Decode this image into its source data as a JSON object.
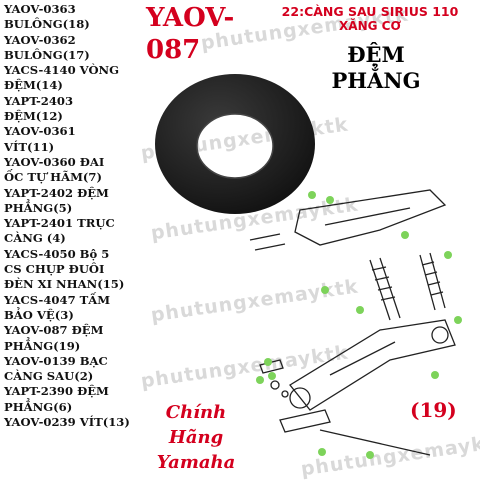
{
  "watermark_text": "phutungxemayktk",
  "parts": [
    "YAOV-0363\nBULÔNG(18)",
    "YAOV-0362\nBULÔNG(17)",
    "YACS-4140 VÒNG\nĐỆM(14)",
    "YAPT-2403\nĐỆM(12)",
    "YAOV-0361\nVÍT(11)",
    "YAOV-0360 ĐAI\nỐC TỰ HÃM(7)",
    "YAPT-2402 ĐỆM\nPHẲNG(5)",
    "YAPT-2401 TRỤC\nCÀNG (4)",
    "YACS-4050 Bộ 5\nCS CHỤP ĐUÔI\nĐÈN XI NHAN(15)",
    "YACS-4047 TẤM\nBẢO VỆ(3)",
    "YAOV-087 ĐỆM\nPHẲNG(19)",
    "YAOV-0139 BẠC\nCÀNG SAU(2)",
    "YAPT-2390 ĐỆM\nPHẲNG(6)",
    "YAOV-0239 VÍT(13)"
  ],
  "product_code": "YAOV-\n087",
  "header_line1": "22:CÀNG SAU SIRIUS 110",
  "header_line2": "XĂNG CƠ",
  "product_name": "ĐỆM\nPHẲNG",
  "callout_number": "(19)",
  "brand_text": "Chính\nHãng\nYamaha",
  "colors": {
    "accent": "#d4001e",
    "washer": "#1e1e1e",
    "marker": "#7dd35a"
  },
  "icons": {
    "product": "flat-washer-icon",
    "diagram": "swingarm-exploded-diagram-icon"
  }
}
